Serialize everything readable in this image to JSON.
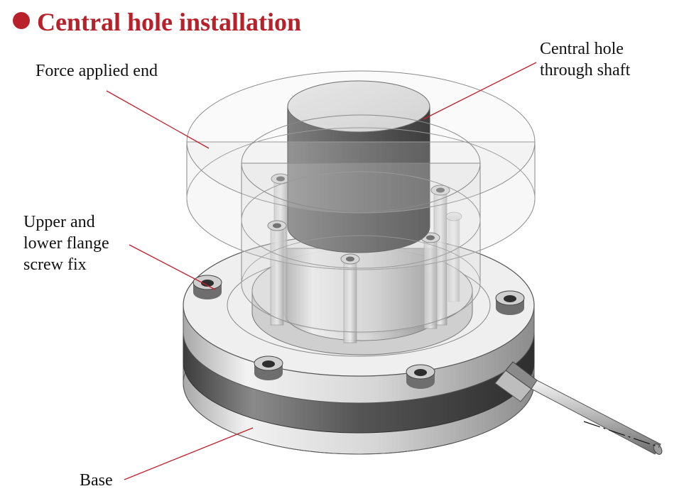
{
  "title": "Central hole installation",
  "labels": {
    "force_applied_end": "Force applied end",
    "central_hole_line1": "Central hole",
    "central_hole_line2": "through shaft",
    "flange_line1": "Upper and",
    "flange_line2": "lower flange",
    "flange_line3": "screw fix",
    "base": "Base"
  },
  "colors": {
    "title": "#b8202a",
    "leader_line": "#c0202a",
    "text": "#111111"
  }
}
